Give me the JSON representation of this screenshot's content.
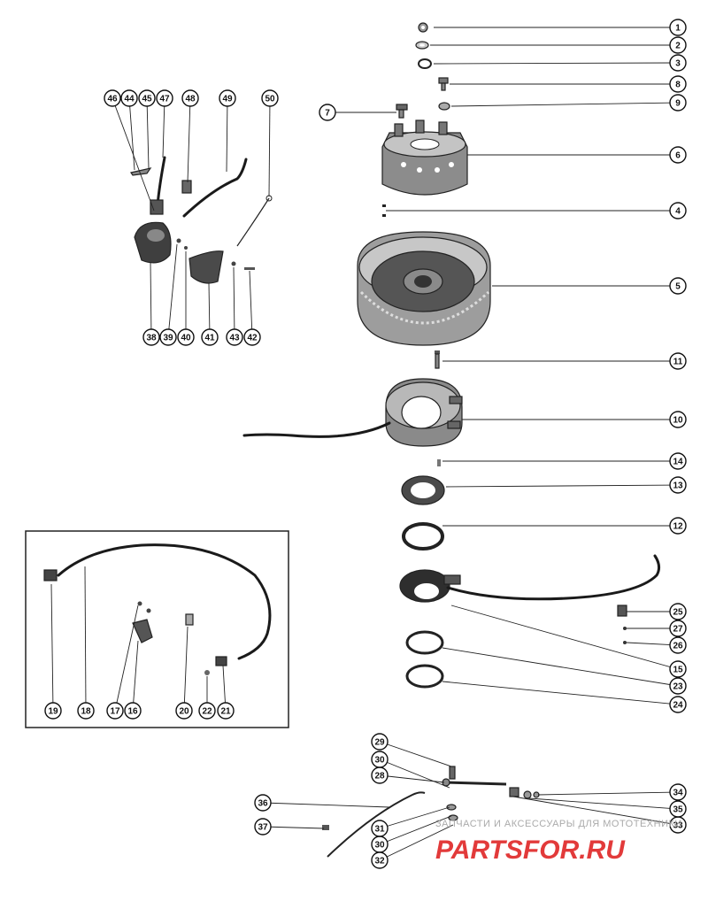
{
  "callouts": [
    "1",
    "2",
    "3",
    "4",
    "5",
    "6",
    "7",
    "8",
    "9",
    "10",
    "11",
    "12",
    "13",
    "14",
    "15",
    "16",
    "17",
    "18",
    "19",
    "20",
    "21",
    "22",
    "23",
    "24",
    "25",
    "26",
    "27",
    "28",
    "29",
    "30",
    "31",
    "32",
    "33",
    "34",
    "35",
    "36",
    "37",
    "38",
    "39",
    "40",
    "41",
    "42",
    "43",
    "44",
    "45",
    "46",
    "47",
    "48",
    "49",
    "50"
  ],
  "watermark": {
    "tagline": "ЗАПЧАСТИ И АКСЕССУАРЫ ДЛЯ МОТОТЕХНИКИ",
    "brand": "PARTSFOR.RU"
  },
  "colors": {
    "ink": "#1a1a1a",
    "part_fill": "#6e6e6e",
    "part_dark": "#3a3a3a",
    "part_light": "#b5b5b5",
    "watermark": "#e02a2a"
  }
}
